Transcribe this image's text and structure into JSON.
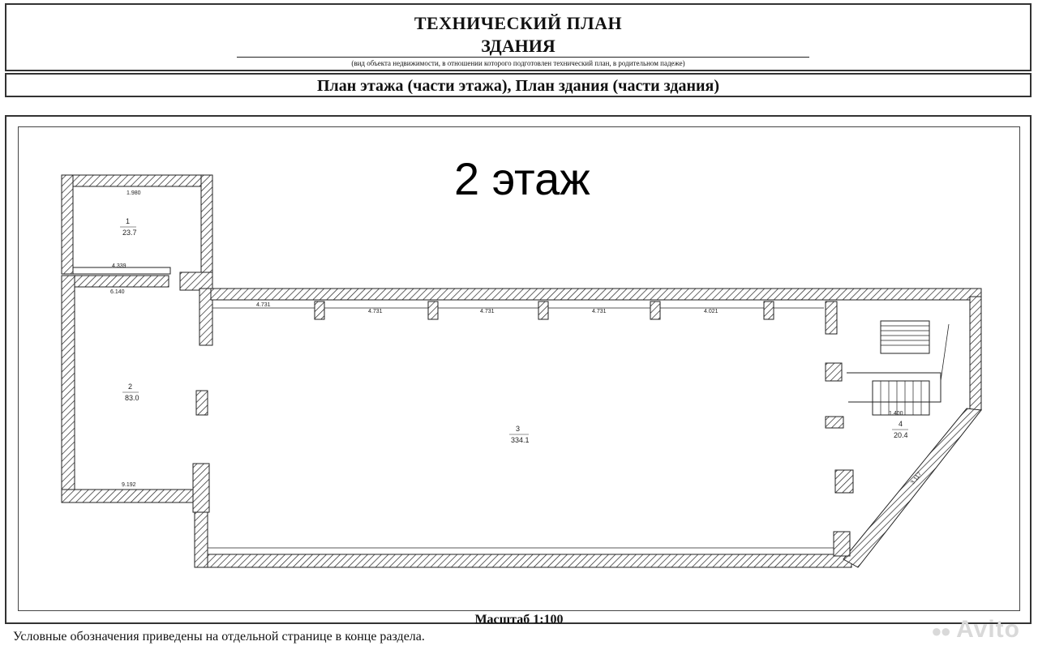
{
  "header": {
    "title_line1": "ТЕХНИЧЕСКИЙ ПЛАН",
    "title_line2": "ЗДАНИЯ",
    "subnote": "(вид объекта недвижимости, в отношении которого подготовлен технический план, в родительном падеже)"
  },
  "section": {
    "title": "План этажа (части этажа), План здания (части здания)"
  },
  "plan": {
    "floor_label": "2 этаж",
    "rooms": [
      {
        "number": "1",
        "area": "23.7"
      },
      {
        "number": "2",
        "area": "83.0"
      },
      {
        "number": "3",
        "area": "334.1"
      },
      {
        "number": "4",
        "area": "20.4"
      }
    ],
    "dimensions": {
      "d1": "1.980",
      "d2": "4.339",
      "d3": "6.140",
      "d4": "4.731",
      "d5": "4.731",
      "d6": "4.731",
      "d7": "4.731",
      "d8": "4.021",
      "d9": "9.192",
      "d10": "1.400",
      "d11": "3.117"
    }
  },
  "footer": {
    "scale": "Масштаб 1:100",
    "legend": "Условные обозначения приведены на отдельной странице в конце раздела."
  },
  "watermark": {
    "text": "Avito"
  }
}
